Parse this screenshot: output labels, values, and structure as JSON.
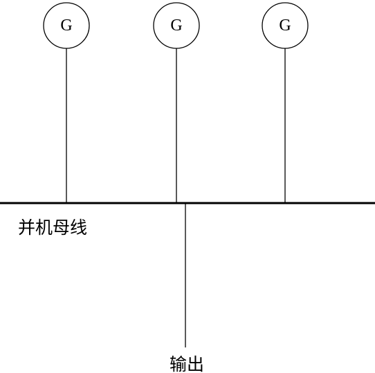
{
  "generators": [
    {
      "label": "G"
    },
    {
      "label": "G"
    },
    {
      "label": "G"
    }
  ],
  "bus": {
    "label": "并机母线"
  },
  "output": {
    "label": "输出"
  }
}
